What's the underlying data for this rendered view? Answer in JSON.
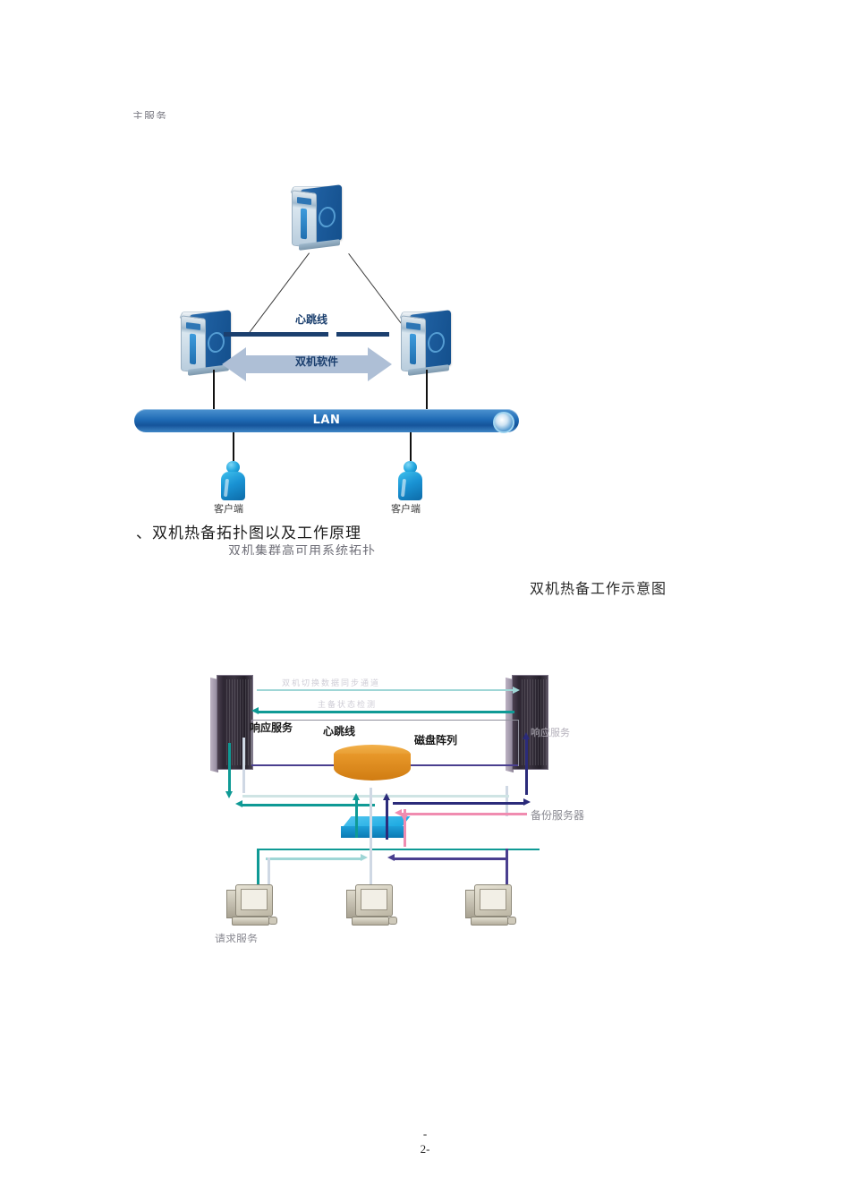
{
  "document": {
    "top_fragment": "主服务",
    "section_heading": "、双机热备拓扑图以及工作原理",
    "figure1_caption": "双机集群高可用系统拓扑",
    "figure2_caption": "双机热备工作示意图",
    "page_number_prefix": "-",
    "page_number": "2-"
  },
  "figure1": {
    "name": "双机热备拓扑图",
    "servers": [
      {
        "id": "primary",
        "label": ""
      },
      {
        "id": "node-a",
        "label": ""
      },
      {
        "id": "node-b",
        "label": ""
      }
    ],
    "heartbeat_label": "心跳线",
    "software_label": "双机软件",
    "lan_label": "LAN",
    "clients": [
      {
        "label": "客户端"
      },
      {
        "label": "客户端"
      }
    ],
    "colors": {
      "server_blue": "#1d5d9e",
      "lan_blue": "#1f6bb5",
      "heartbeat_navy": "#1b3f6e",
      "arrow_band": "#aebfd6",
      "client_cyan": "#1a93d4"
    }
  },
  "figure2": {
    "name": "双机热备工作示意图",
    "respond_service_label": "响应服务",
    "respond_service_right_label": "响应服务",
    "heartbeat_label": "心跳线",
    "disk_array_label": "磁盘阵列",
    "backup_server_label": "备份服务器",
    "request_service_label": "请求服务",
    "flow_captions": [
      "双机切换数据同步通道",
      "主备状态检测"
    ],
    "workstations": 3,
    "colors": {
      "rack_dark": "#2e2733",
      "disk_orange": "#dd8c1b",
      "switch_blue": "#17a7e0",
      "teal_flow": "#0f9a95",
      "navy_flow": "#2b2b7a",
      "pink_flow": "#f08cb0",
      "purple_flow": "#4a3f8f"
    }
  }
}
